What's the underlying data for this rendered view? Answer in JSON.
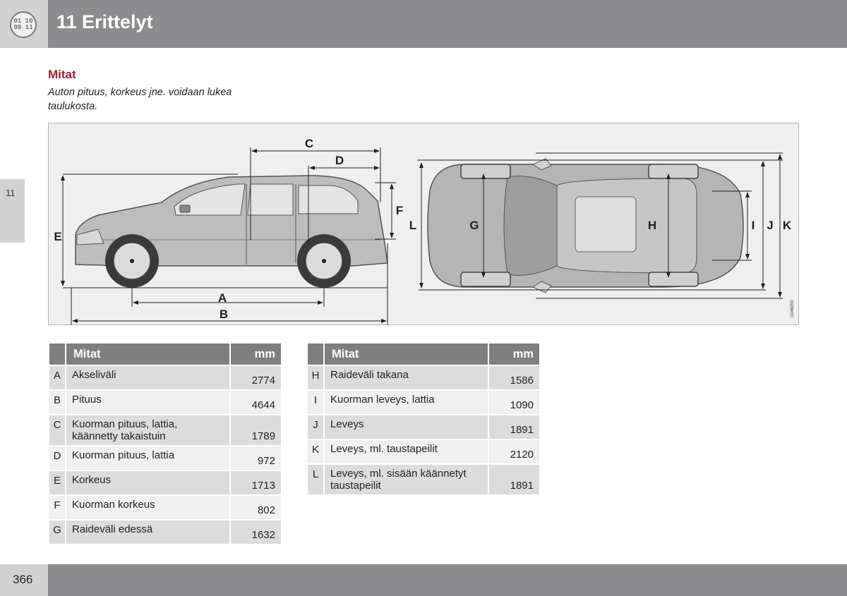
{
  "header": {
    "chapter_icon": [
      "01 10",
      "00 11"
    ],
    "title": "11 Erittelyt"
  },
  "side_tab": {
    "label": "11"
  },
  "section": {
    "title": "Mitat",
    "intro": "Auton pituus, korkeus jne. voidaan lukea taulukosta."
  },
  "figure": {
    "labels": {
      "A": "A",
      "B": "B",
      "C": "C",
      "D": "D",
      "E": "E",
      "F": "F",
      "G": "G",
      "H": "H",
      "I": "I",
      "J": "J",
      "K": "K",
      "L": "L"
    },
    "code": "G046050"
  },
  "table_left": {
    "header": {
      "code": "",
      "name": "Mitat",
      "unit": "mm"
    },
    "rows": [
      {
        "code": "A",
        "name": "Akseliväli",
        "value": "2774"
      },
      {
        "code": "B",
        "name": "Pituus",
        "value": "4644"
      },
      {
        "code": "C",
        "name": "Kuorman pituus, lattia, käännetty takaistuin",
        "value": "1789"
      },
      {
        "code": "D",
        "name": "Kuorman pituus, lattia",
        "value": "972"
      },
      {
        "code": "E",
        "name": "Korkeus",
        "value": "1713"
      },
      {
        "code": "F",
        "name": "Kuorman korkeus",
        "value": "802"
      },
      {
        "code": "G",
        "name": "Raideväli edessä",
        "value": "1632"
      }
    ]
  },
  "table_right": {
    "header": {
      "code": "",
      "name": "Mitat",
      "unit": "mm"
    },
    "rows": [
      {
        "code": "H",
        "name": "Raideväli takana",
        "value": "1586"
      },
      {
        "code": "I",
        "name": "Kuorman leveys, lattia",
        "value": "1090"
      },
      {
        "code": "J",
        "name": "Leveys",
        "value": "1891"
      },
      {
        "code": "K",
        "name": "Leveys, ml. taustapeilit",
        "value": "2120"
      },
      {
        "code": "L",
        "name": "Leveys, ml. sisään käännetyt taustapeilit",
        "value": "1891"
      }
    ]
  },
  "footer": {
    "page_number": "366"
  }
}
